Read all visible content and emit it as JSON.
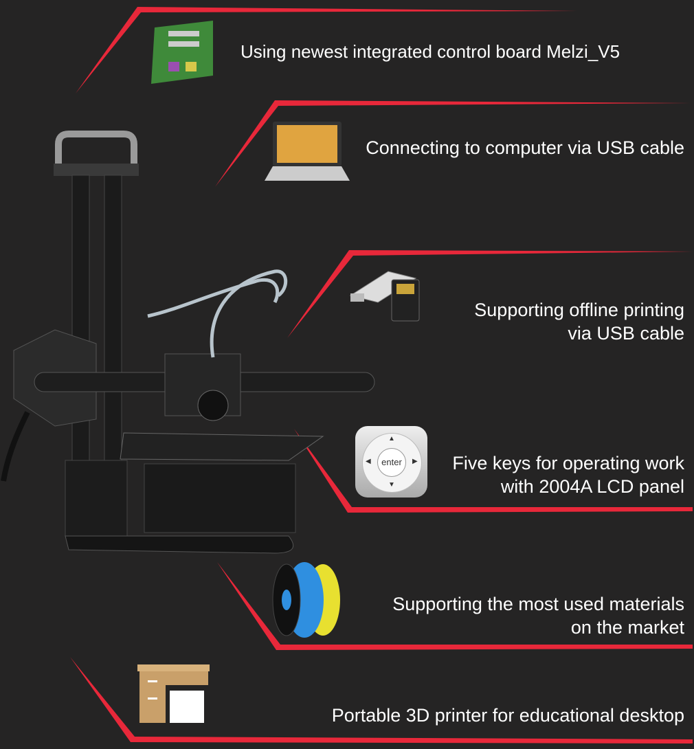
{
  "features": [
    {
      "text": "Using newest integrated control board Melzi_V5",
      "icon": "control-board-icon"
    },
    {
      "text": "Connecting to computer via USB cable",
      "icon": "laptop-icon"
    },
    {
      "line1": "Supporting offline printing",
      "line2": "via USB cable",
      "icon": "usb-sd-card-icon"
    },
    {
      "line1": "Five keys for operating work",
      "line2": "with 2004A LCD panel",
      "icon": "keypad-icon",
      "key_label": "enter"
    },
    {
      "line1": "Supporting the most used materials",
      "line2": "on the market",
      "icon": "filament-spools-icon"
    },
    {
      "text": "Portable 3D printer for educational desktop",
      "icon": "desk-icon"
    }
  ],
  "colors": {
    "background": "#252424",
    "accent": "#e8283a"
  }
}
